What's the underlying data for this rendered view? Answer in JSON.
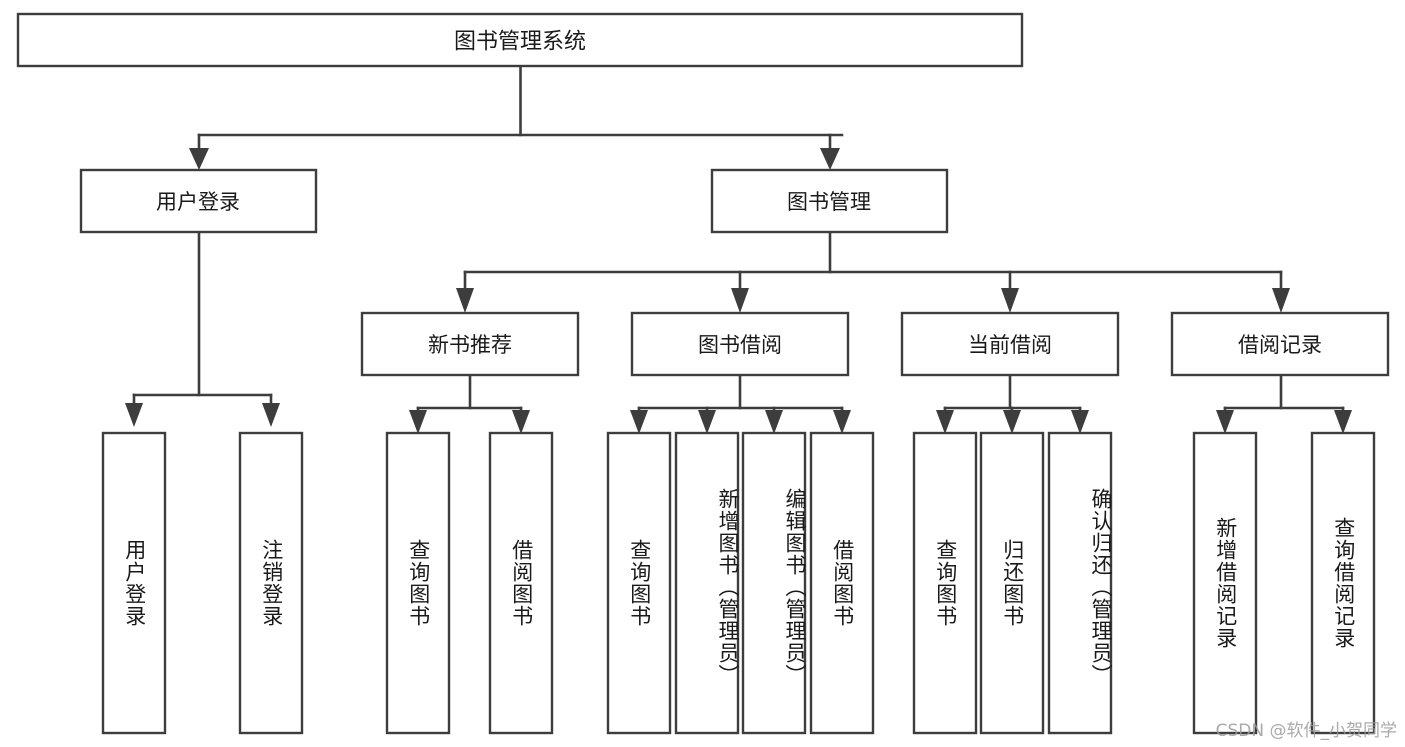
{
  "diagram": {
    "type": "tree",
    "title": "图书管理系统",
    "orientation": "top-down",
    "colors": {
      "box_stroke": "#3d3d3d",
      "box_fill": "#ffffff",
      "connector": "#3d3d3d",
      "text": "#1a1a1a",
      "background": "#ffffff",
      "watermark": "#9b9b9b"
    },
    "root": {
      "label": "图书管理系统"
    },
    "level2": [
      {
        "label": "用户登录"
      },
      {
        "label": "图书管理"
      }
    ],
    "level3": [
      {
        "label": "新书推荐"
      },
      {
        "label": "图书借阅"
      },
      {
        "label": "当前借阅"
      },
      {
        "label": "借阅记录"
      }
    ],
    "leaves": {
      "user_login": [
        {
          "label": "用户登录"
        },
        {
          "label": "注销登录"
        }
      ],
      "new_book_recommend": [
        {
          "label": "查询图书"
        },
        {
          "label": "借阅图书"
        }
      ],
      "book_borrow": [
        {
          "label": "查询图书"
        },
        {
          "label": "新增图书（管理员）"
        },
        {
          "label": "编辑图书（管理员）"
        },
        {
          "label": "借阅图书"
        }
      ],
      "current_borrow": [
        {
          "label": "查询图书"
        },
        {
          "label": "归还图书"
        },
        {
          "label": "确认归还（管理员）"
        }
      ],
      "borrow_record": [
        {
          "label": "新增借阅记录"
        },
        {
          "label": "查询借阅记录"
        }
      ]
    }
  },
  "watermark": {
    "text": "CSDN @软件_小贺同学"
  }
}
